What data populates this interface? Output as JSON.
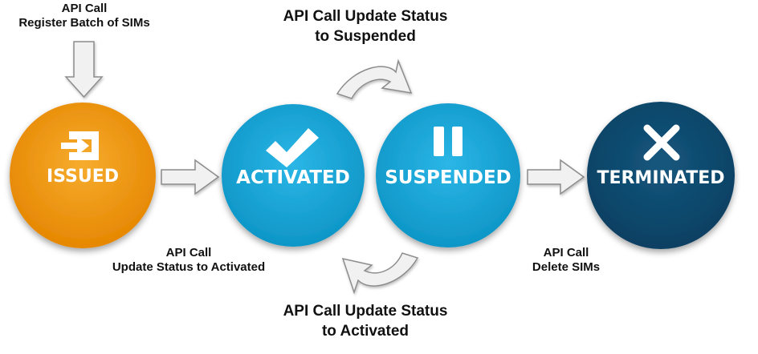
{
  "states": {
    "issued": {
      "label": "ISSUED",
      "color": "#f0960b"
    },
    "activated": {
      "label": "ACTIVATED",
      "color": "#1aa6d6"
    },
    "suspended": {
      "label": "SUSPENDED",
      "color": "#1aa6d6"
    },
    "terminated": {
      "label": "TERMINATED",
      "color": "#0d4a6e"
    }
  },
  "labels": {
    "register": {
      "line1": "API Call",
      "line2": "Register Batch of SIMs"
    },
    "suspend": {
      "line1": "API Call Update Status",
      "line2": "to Suspended"
    },
    "activate": {
      "line1": "API Call",
      "line2": "Update Status to Activated"
    },
    "delete": {
      "line1": "API Call",
      "line2": "Delete SIMs"
    },
    "reactivate": {
      "line1": "API Call Update Status",
      "line2": "to Activated"
    }
  },
  "icons": {
    "issued": "login-icon",
    "activated": "check-icon",
    "suspended": "pause-icon",
    "terminated": "close-icon"
  },
  "arrow_color": "#f1f1f1",
  "arrow_stroke": "#8c8c8c"
}
